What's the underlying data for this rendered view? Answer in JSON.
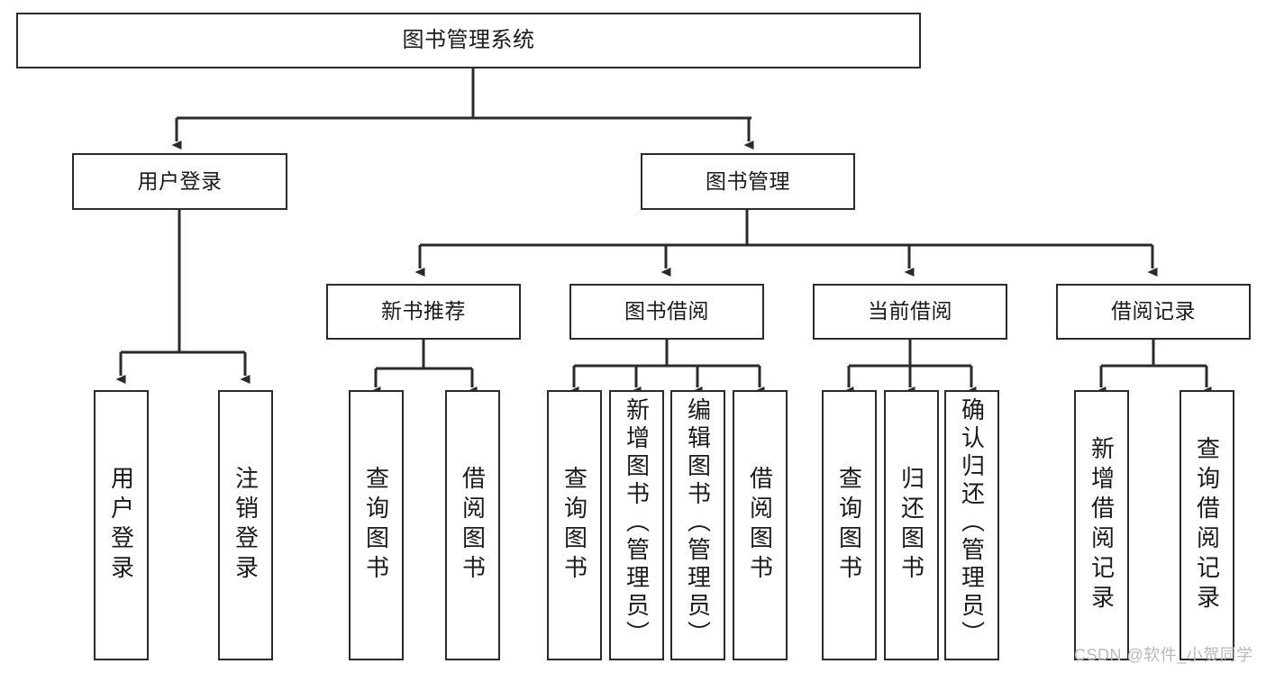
{
  "diagram": {
    "title": "图书管理系统",
    "type": "hierarchy-tree",
    "colors": {
      "box_border": "#2b2b2b",
      "box_fill": "#ffffff",
      "connector": "#2b2b2b",
      "background": "#ffffff",
      "watermark": "#b9b9b9"
    },
    "levels": {
      "root": {
        "label": "图书管理系统"
      },
      "level2": [
        {
          "id": "user-login",
          "label": "用户登录"
        },
        {
          "id": "book-management",
          "label": "图书管理"
        }
      ],
      "level3": [
        {
          "id": "new-book-recommend",
          "label": "新书推荐"
        },
        {
          "id": "book-borrow",
          "label": "图书借阅"
        },
        {
          "id": "current-borrow",
          "label": "当前借阅"
        },
        {
          "id": "borrow-record",
          "label": "借阅记录"
        }
      ],
      "leaves": {
        "user-login": [
          {
            "id": "leaf-user-login",
            "label": "用户登录"
          },
          {
            "id": "leaf-user-logout",
            "label": "注销登录"
          }
        ],
        "new-book-recommend": [
          {
            "id": "leaf-query-book-1",
            "label": "查询图书"
          },
          {
            "id": "leaf-borrow-book-1",
            "label": "借阅图书"
          }
        ],
        "book-borrow": [
          {
            "id": "leaf-query-book-2",
            "label": "查询图书"
          },
          {
            "id": "leaf-add-book",
            "label": "新增图书（管理员）"
          },
          {
            "id": "leaf-edit-book",
            "label": "编辑图书（管理员）"
          },
          {
            "id": "leaf-borrow-book-2",
            "label": "借阅图书"
          }
        ],
        "current-borrow": [
          {
            "id": "leaf-query-book-3",
            "label": "查询图书"
          },
          {
            "id": "leaf-return-book",
            "label": "归还图书"
          },
          {
            "id": "leaf-confirm-return",
            "label": "确认归还（管理员）"
          }
        ],
        "borrow-record": [
          {
            "id": "leaf-add-record",
            "label": "新增借阅记录"
          },
          {
            "id": "leaf-query-record",
            "label": "查询借阅记录"
          }
        ]
      }
    },
    "watermark": "CSDN @软件_小贺同学"
  }
}
